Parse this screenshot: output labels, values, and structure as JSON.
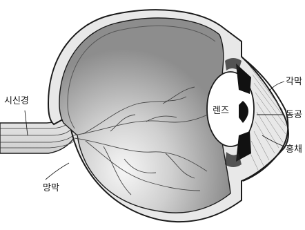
{
  "labels": {
    "optic_nerve": "시신경",
    "retina": "망막",
    "lens": "렌즈",
    "cornea": "각막",
    "pupil": "동공",
    "iris": "홍채"
  },
  "watermark": "",
  "colors": {
    "background": "#ffffff",
    "interior": "#9a9a9a",
    "interior_light": "#eeeeee",
    "line": "#1a1a1a",
    "iris": "#111111"
  },
  "icons": {
    "eye": "eye-cross-section-icon"
  }
}
